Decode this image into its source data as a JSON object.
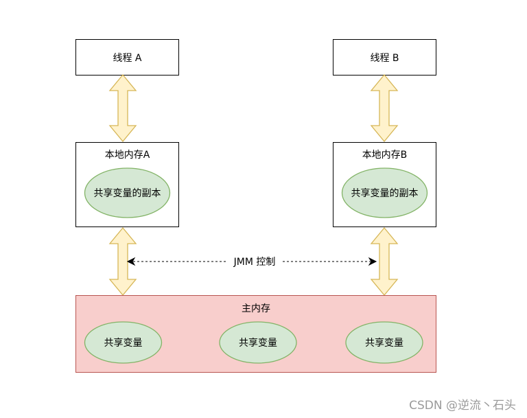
{
  "threads": [
    {
      "label": "线程 A"
    },
    {
      "label": "线程 B"
    }
  ],
  "local_memories": [
    {
      "label": "本地内存A",
      "copy_label": "共享变量的副本"
    },
    {
      "label": "本地内存B",
      "copy_label": "共享变量的副本"
    }
  ],
  "jmm_label": "JMM 控制",
  "main_memory": {
    "label": "主内存",
    "variables": [
      "共享变量",
      "共享变量",
      "共享变量"
    ]
  },
  "watermark": "CSDN @逆流丶石头",
  "colors": {
    "arrow_fill": "#fff2cc",
    "arrow_stroke": "#d6b656",
    "ellipse_fill": "#d5e8d4",
    "ellipse_stroke": "#82b366",
    "main_fill": "#f8cecc",
    "main_stroke": "#b85450"
  }
}
